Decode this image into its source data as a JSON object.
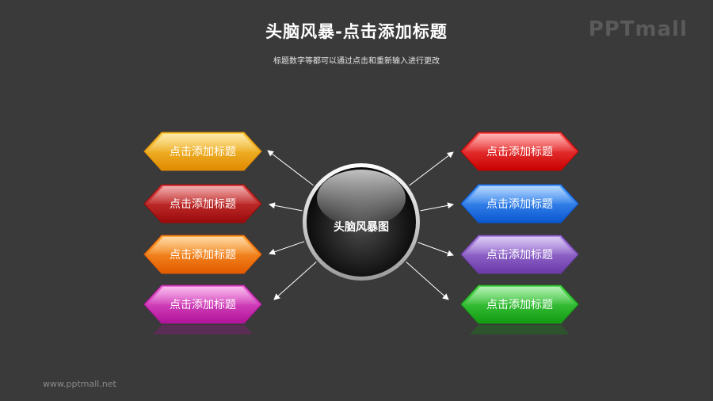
{
  "header": {
    "title": "头脑风暴-点击添加标题",
    "subtitle": "标题数字等都可以通过点击和重新输入进行更改",
    "logo": "PPTmall"
  },
  "footer": {
    "url": "www.pptmall.net"
  },
  "center": {
    "label": "头脑风暴图"
  },
  "left_nodes": [
    {
      "label": "点击添加标题",
      "color_top": "#fbd24a",
      "color_bottom": "#e08a00"
    },
    {
      "label": "点击添加标题",
      "color_top": "#e04a4a",
      "color_bottom": "#9a0a0a"
    },
    {
      "label": "点击添加标题",
      "color_top": "#ffab3a",
      "color_bottom": "#e35a00"
    },
    {
      "label": "点击添加标题",
      "color_top": "#f06ad8",
      "color_bottom": "#b0139a"
    }
  ],
  "right_nodes": [
    {
      "label": "点击添加标题",
      "color_top": "#ff5a5a",
      "color_bottom": "#c80000"
    },
    {
      "label": "点击添加标题",
      "color_top": "#5aa8ff",
      "color_bottom": "#0a56d0"
    },
    {
      "label": "点击添加标题",
      "color_top": "#b08ae6",
      "color_bottom": "#6a3aa8"
    },
    {
      "label": "点击添加标题",
      "color_top": "#5ae05a",
      "color_bottom": "#129a12"
    }
  ]
}
